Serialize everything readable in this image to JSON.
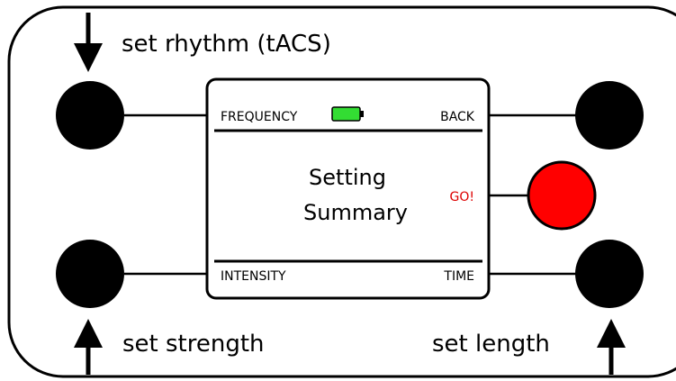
{
  "labels": {
    "rhythm": "set rhythm (tACS)",
    "strength": "set strength",
    "length": "set length"
  },
  "screen": {
    "top_left": "FREQUENCY",
    "top_right": "BACK",
    "bottom_left": "INTENSITY",
    "bottom_right": "TIME",
    "title_line1": "Setting",
    "title_line2": "Summary",
    "go": "GO!"
  },
  "colors": {
    "go_button": "#ff0000",
    "go_text": "#dd0000",
    "battery": "#33dd33",
    "buttons": "#000000"
  },
  "icons": {
    "battery": "battery-icon",
    "arrows": [
      "arrow-down-icon",
      "arrow-up-icon",
      "arrow-up-icon"
    ]
  }
}
